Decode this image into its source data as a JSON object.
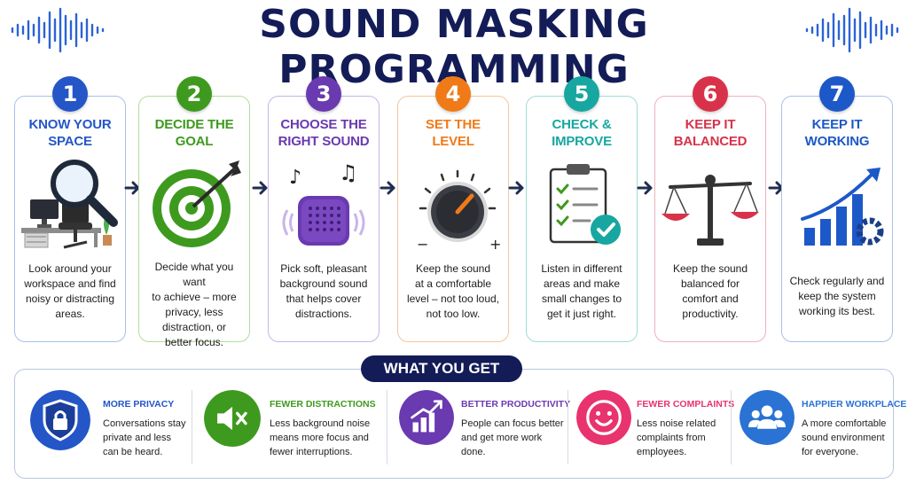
{
  "title": "SOUND MASKING PROGRAMMING",
  "steps": [
    {
      "number": "1",
      "title_lines": [
        "KNOW YOUR",
        "SPACE"
      ],
      "desc_lines": [
        "Look around your",
        "workspace and find",
        "noisy or distracting",
        "areas."
      ],
      "color": "#2456c8",
      "icon": "magnifier-desk-icon"
    },
    {
      "number": "2",
      "title_lines": [
        "DECIDE THE",
        "GOAL"
      ],
      "desc_lines": [
        "Decide what you want",
        "to achieve – more",
        "privacy, less",
        "distraction, or",
        "better focus."
      ],
      "color": "#3e9a1e",
      "icon": "target-icon"
    },
    {
      "number": "3",
      "title_lines": [
        "CHOOSE THE",
        "RIGHT SOUND"
      ],
      "desc_lines": [
        "Pick soft, pleasant",
        "background sound",
        "that helps cover",
        "distractions."
      ],
      "color": "#6a3ab0",
      "icon": "speaker-icon"
    },
    {
      "number": "4",
      "title_lines": [
        "SET THE",
        "LEVEL"
      ],
      "desc_lines": [
        "Keep the sound",
        "at a comfortable",
        "level – not too loud,",
        "not too low."
      ],
      "color": "#f07a18",
      "icon": "volume-knob-icon"
    },
    {
      "number": "5",
      "title_lines": [
        "CHECK &",
        "IMPROVE"
      ],
      "desc_lines": [
        "Listen in different",
        "areas and make",
        "small changes to",
        "get it just right."
      ],
      "color": "#17a7a0",
      "icon": "checklist-icon"
    },
    {
      "number": "6",
      "title_lines": [
        "KEEP IT",
        "BALANCED"
      ],
      "desc_lines": [
        "Keep the sound",
        "balanced for",
        "comfort and",
        "productivity."
      ],
      "color": "#d8324a",
      "icon": "balance-scale-icon"
    },
    {
      "number": "7",
      "title_lines": [
        "KEEP IT",
        "WORKING"
      ],
      "desc_lines": [
        "Check regularly and",
        "keep the system",
        "working its best."
      ],
      "color": "#1d58c8",
      "icon": "growth-chart-gear-icon"
    }
  ],
  "benefits_header": "WHAT YOU GET",
  "benefits": [
    {
      "title": "MORE PRIVACY",
      "desc_lines": [
        "Conversations stay",
        "private and less",
        "can be heard."
      ],
      "color": "#2456c8",
      "icon": "shield-lock-icon"
    },
    {
      "title": "FEWER DISTRACTIONS",
      "desc_lines": [
        "Less background noise",
        "means more focus and",
        "fewer interruptions."
      ],
      "color": "#3e9a1e",
      "icon": "mute-speaker-icon"
    },
    {
      "title": "BETTER PRODUCTIVITY",
      "desc_lines": [
        "People can focus better",
        "and get more work",
        "done."
      ],
      "color": "#6a3ab0",
      "icon": "rising-bars-icon"
    },
    {
      "title": "FEWER COMPLAINTS",
      "desc_lines": [
        "Less noise related",
        "complaints from",
        "employees."
      ],
      "color": "#e8336f",
      "icon": "smiley-icon"
    },
    {
      "title": "HAPPIER WORKPLACE",
      "desc_lines": [
        "A more comfortable",
        "sound environment",
        "for everyone."
      ],
      "color": "#2a72d4",
      "icon": "people-group-icon"
    }
  ]
}
